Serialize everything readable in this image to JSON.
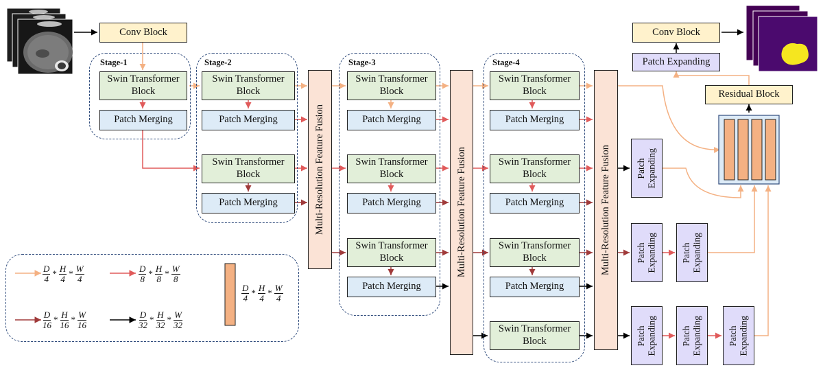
{
  "conv_block_label": "Conv Block",
  "stages": [
    "Stage-1",
    "Stage-2",
    "Stage-3",
    "Stage-4"
  ],
  "swin_label": "Swin Transformer\nBlock",
  "patch_merging_label": "Patch Merging",
  "fusion_label": "Multi-Resolution Feature Fusion",
  "patch_expanding_label": "Patch Expanding",
  "patch_expanding_vertical_label": "Patch\nExpanding",
  "residual_block_label": "Residual Block",
  "colors": {
    "light_orange": "#f4b183",
    "red": "#e05a5a",
    "dark_red": "#a03a3a",
    "black": "#000000",
    "stage_border": "#2f4b7c",
    "mask_purple": "#4b0a6e",
    "mask_yellow": "#f5e61f"
  },
  "legend": {
    "items": [
      {
        "color_key": "light_orange",
        "terms": [
          [
            "D",
            "4"
          ],
          [
            "H",
            "4"
          ],
          [
            "W",
            "4"
          ]
        ]
      },
      {
        "color_key": "red",
        "terms": [
          [
            "D",
            "8"
          ],
          [
            "H",
            "8"
          ],
          [
            "W",
            "8"
          ]
        ]
      },
      {
        "color_key": "dark_red",
        "terms": [
          [
            "D",
            "16"
          ],
          [
            "H",
            "16"
          ],
          [
            "W",
            "16"
          ]
        ]
      },
      {
        "color_key": "black",
        "terms": [
          [
            "D",
            "32"
          ],
          [
            "H",
            "32"
          ],
          [
            "W",
            "32"
          ]
        ]
      }
    ],
    "block_terms": [
      [
        "D",
        "4"
      ],
      [
        "H",
        "4"
      ],
      [
        "W",
        "4"
      ]
    ]
  },
  "icons": [
    "mri-slices-image",
    "segmentation-mask-image",
    "feature-stack-icon"
  ]
}
